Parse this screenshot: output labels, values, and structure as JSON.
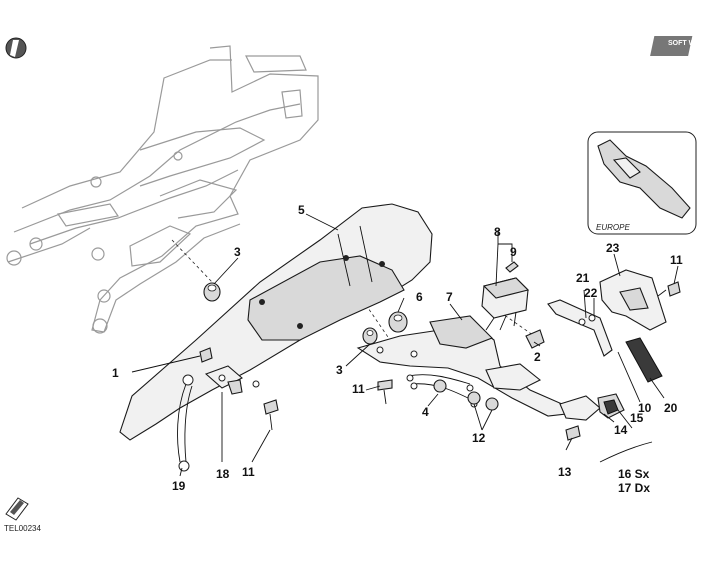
{
  "logo_text": "SOFT WAY",
  "inset_label": "EUROPE",
  "drawing_code": "TEL00234",
  "callouts": {
    "c1": "1",
    "c2": "2",
    "c3a": "3",
    "c3b": "3",
    "c4": "4",
    "c5": "5",
    "c6": "6",
    "c7": "7",
    "c8": "8",
    "c9": "9",
    "c10": "10",
    "c11a": "11",
    "c11b": "11",
    "c11c": "11",
    "c12": "12",
    "c13": "13",
    "c14": "14",
    "c15": "15",
    "c16": "16 Sx",
    "c17": "17 Dx",
    "c18": "18",
    "c19": "19",
    "c20": "20",
    "c21": "21",
    "c22": "22",
    "c23": "23"
  }
}
